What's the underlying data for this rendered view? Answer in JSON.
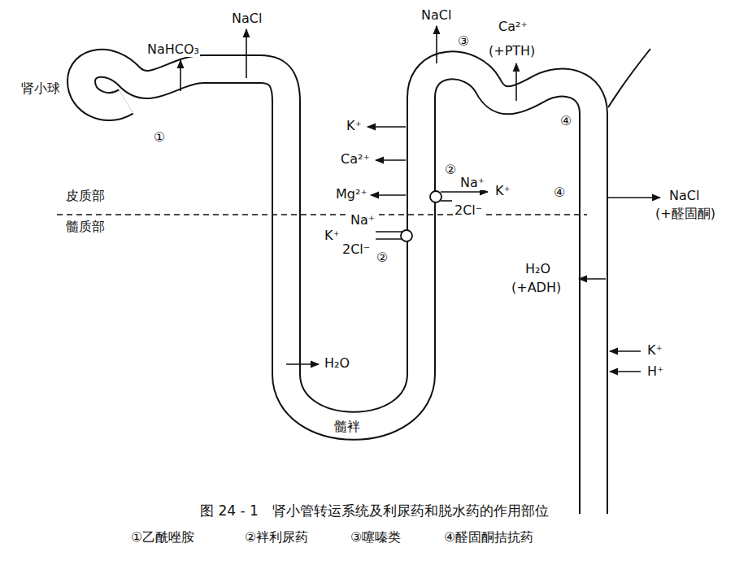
{
  "diagram": {
    "caption": "图 24 - 1　肾小管转运系统及利尿药和脱水药的作用部位",
    "labels": [
      "肾小球",
      "NaHCO₃",
      "①",
      "NaCl",
      "NaCl",
      "③",
      "Ca²⁺",
      "(+PTH)",
      "④",
      "K⁺",
      "Ca²⁺",
      "Mg²⁺",
      "②",
      "Na⁺",
      "K⁺",
      "2Cl⁻",
      "皮质部",
      "髓质部",
      "④",
      "NaCl",
      "(+醛固酮)",
      "Na⁺",
      "K⁺",
      "2Cl⁻",
      "②",
      "H₂O",
      "(+ADH)",
      "H₂O",
      "髓袢",
      "K⁺",
      "H⁺",
      "①乙酰唑胺",
      "②袢利尿药",
      "③噻嗪类",
      "④醛固酮拮抗药"
    ]
  }
}
